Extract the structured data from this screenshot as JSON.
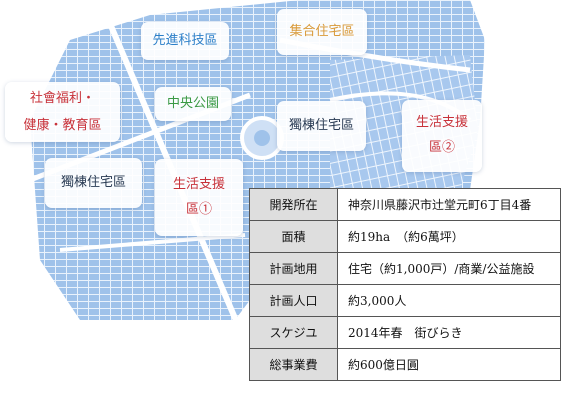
{
  "zones": {
    "advanced_tech": "先進科技區",
    "collective_housing": "集合住宅區",
    "welfare_line1": "社會福利・",
    "welfare_line2": "健康・教育區",
    "central_park": "中央公園",
    "detached_housing_upper": "獨棟住宅區",
    "detached_housing_lower": "獨棟住宅區",
    "life_support_1_line1": "生活支援",
    "life_support_1_line2": "區①",
    "life_support_2_line1": "生活支援",
    "life_support_2_line2": "區②"
  },
  "info_table": {
    "rows": [
      {
        "label": "開発所在",
        "value": "神奈川県藤沢市辻堂元町6丁目4番"
      },
      {
        "label": "面積",
        "value": "約19ha　（約6萬坪）"
      },
      {
        "label": "計画地用",
        "value": "住宅（約1,000戸）/商業/公益施設"
      },
      {
        "label": "計画人口",
        "value": "約3,000人"
      },
      {
        "label": "スケジユ",
        "value": "2014年春　街びらき"
      },
      {
        "label": "総事業費",
        "value": "約600億日圓"
      }
    ]
  },
  "colors": {
    "map_fill": "#9fc2ea",
    "road": "#ffffff",
    "blue_text": "#2c7fc8",
    "orange_text": "#d99a3a",
    "green_text": "#3b9a45",
    "red_text": "#c8323a",
    "table_label_bg": "#dedede"
  }
}
